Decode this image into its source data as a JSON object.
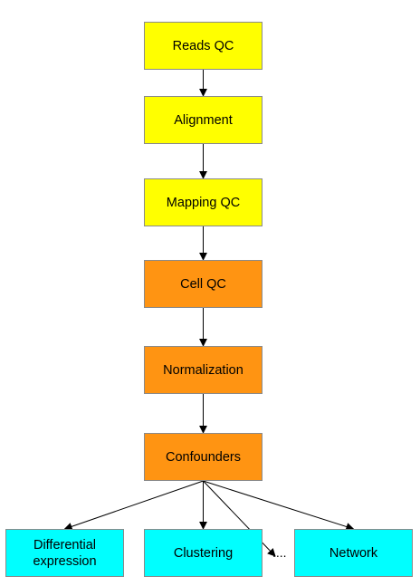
{
  "colors": {
    "qc": "#ffff00",
    "processing": "#ff9412",
    "analysis": "#00ffff",
    "edge": "#000000"
  },
  "nodes": [
    {
      "id": "reads_qc",
      "label": "Reads QC",
      "group": "qc"
    },
    {
      "id": "alignment",
      "label": "Alignment",
      "group": "qc"
    },
    {
      "id": "mapping_qc",
      "label": "Mapping QC",
      "group": "qc"
    },
    {
      "id": "cell_qc",
      "label": "Cell QC",
      "group": "processing"
    },
    {
      "id": "normalization",
      "label": "Normalization",
      "group": "processing"
    },
    {
      "id": "confounders",
      "label": "Confounders",
      "group": "processing"
    },
    {
      "id": "differential_expression",
      "label": "Differential\nexpression",
      "group": "analysis"
    },
    {
      "id": "clustering",
      "label": "Clustering",
      "group": "analysis"
    },
    {
      "id": "network",
      "label": "Network",
      "group": "analysis"
    }
  ],
  "ellipsis": "....",
  "edges": [
    [
      "reads_qc",
      "alignment"
    ],
    [
      "alignment",
      "mapping_qc"
    ],
    [
      "mapping_qc",
      "cell_qc"
    ],
    [
      "cell_qc",
      "normalization"
    ],
    [
      "normalization",
      "confounders"
    ],
    [
      "confounders",
      "differential_expression"
    ],
    [
      "confounders",
      "clustering"
    ],
    [
      "confounders",
      "ellipsis"
    ],
    [
      "confounders",
      "network"
    ]
  ]
}
